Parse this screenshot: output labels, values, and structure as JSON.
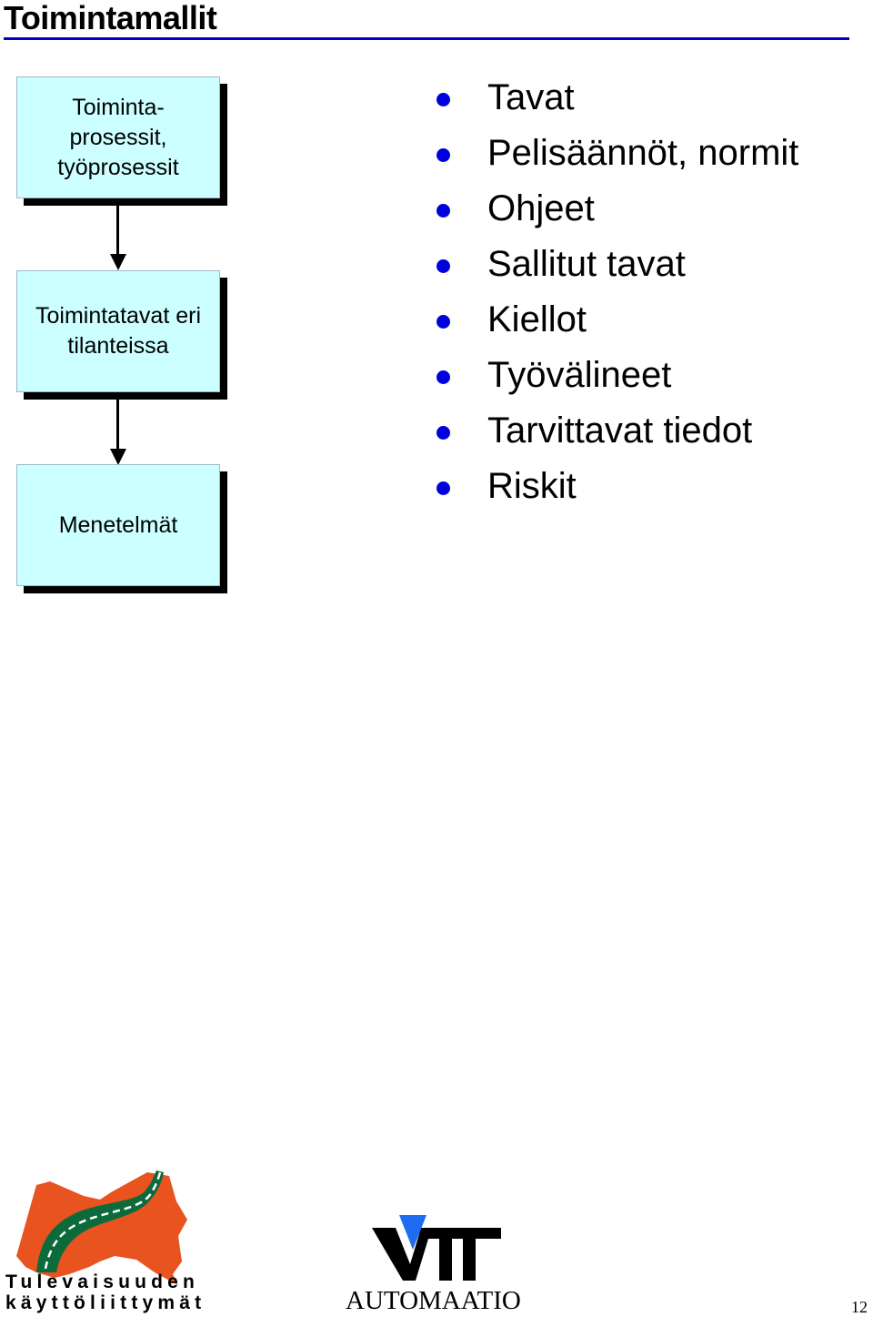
{
  "title": "Toimintamallit",
  "flow": {
    "boxes": [
      {
        "lines": [
          "Toiminta-",
          "prosessit,",
          "työprosessit"
        ]
      },
      {
        "lines": [
          "Toimintatavat eri",
          "tilanteissa"
        ]
      },
      {
        "lines": [
          "Menetelmät"
        ]
      }
    ]
  },
  "bullets": [
    "Tavat",
    "Pelisäännöt, normit",
    "Ohjeet",
    "Sallitut tavat",
    "Kiellot",
    "Työvälineet",
    "Tarvittavat tiedot",
    "Riskit"
  ],
  "footer": {
    "left_logo": {
      "line1": "Tulevaisuuden",
      "line2": "käyttöliittymät",
      "icon": "winding-road-logo-icon"
    },
    "center_logo": {
      "mark": "VTT",
      "icon": "vtt-logo-icon",
      "subtitle": "AUTOMAATIO"
    },
    "page_number": "12"
  },
  "colors": {
    "title_rule": "#0000cc",
    "box_fill": "#ccffff",
    "bullet": "#0000dd",
    "logo_orange": "#e8531f",
    "logo_green": "#0b6b3a",
    "vtt_blue": "#1e6cf0"
  }
}
